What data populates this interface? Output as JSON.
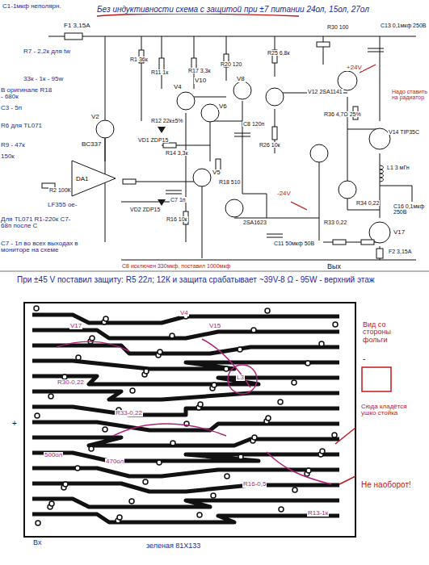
{
  "diagram": {
    "title": "Без индуктивности схема с защитой при ±7 питании 24ол, 15ол, 27ол",
    "nodes": [
      {
        "text": [
          "DA1"
        ]
      }
    ],
    "labels": [
      "С1-1мкф неполярн.",
      "F1 3,15А",
      "R1 36к",
      "R11 1к",
      "R17 3,3к",
      "R20 120",
      "V8",
      "R25 6,8к",
      "R30 100",
      "V12 2SA1141",
      "C13 0,1мкф 250В",
      "V10",
      "V4",
      "V6",
      "V2",
      "BC337",
      "VD1 ZDP15",
      "R12 22к±5%",
      "C8 120п",
      "R36 4,7Ω 25%",
      "V14 TIP35C",
      "L1 3 мГн",
      "Надо ставить на радиатор",
      "Вых",
      "R14 3,3к",
      "V5",
      "R18 510",
      "C7 1п",
      "R16 10к",
      "VD2 ZDP15",
      "R26 10к",
      "2SA1623",
      "C11 50мкф 50В",
      "R33 0,22",
      "R34 0,22",
      "V17",
      "C16 0,1мкф 250В",
      "F2 3,15А",
      "R7 - 2,2к для tw",
      "33к - 1к - 95w",
      "В оригинале R18 - 680к",
      "C3 - 5п",
      "R6 для TL071",
      "R9 - 47к",
      "150к",
      "LF355 ое-",
      "Для TL071 R1-220к C7-68п после С",
      "C7 - 1п во всех выходах в мониторе на схеме",
      "R2 100К",
      "С8 исключен 330мкф, поставил 1000мкф",
      "+24V",
      "-24V",
      "При ±45 V поставил защиту: R5 22л; 12К и защита срабатывает ~39V-8 Ω - 95W - верхний этаж",
      "V17",
      "V15",
      "V4",
      "R33-0,22",
      "R30-0,22",
      "L3",
      "500ол",
      "470ол",
      "R16-0,5",
      "R13-1к",
      "Вх",
      "зеленая 81X133",
      "+",
      "-",
      "Вид со стороны фольги",
      "Сюда кладётся ушко стойка",
      "Не наоборот!"
    ]
  }
}
